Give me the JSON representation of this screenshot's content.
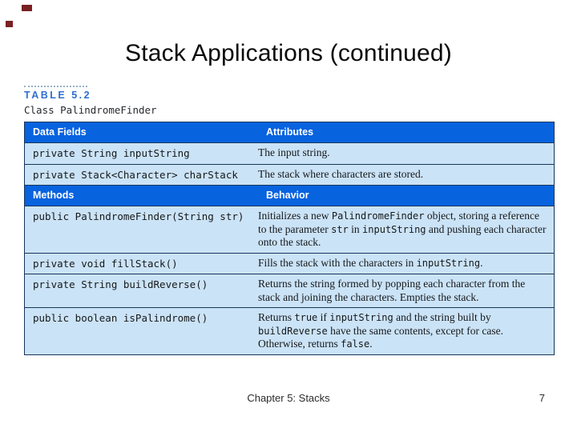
{
  "slide": {
    "title": "Stack Applications (continued)",
    "footer": {
      "chapter": "Chapter 5: Stacks",
      "page": "7"
    }
  },
  "colors": {
    "header_bg": "#0863DF",
    "row_bg": "#CBE3F6",
    "border": "#16365C",
    "label_blue": "#2E6FD0",
    "mark_red": "#7A2023"
  },
  "table": {
    "label": "TABLE 5.2",
    "caption": "Class PalindromeFinder",
    "sections": [
      {
        "header": [
          "Data Fields",
          "Attributes"
        ],
        "rows": [
          {
            "code": "private String inputString",
            "desc": [
              {
                "t": "The input string."
              }
            ]
          },
          {
            "code": "private Stack<Character> charStack",
            "desc": [
              {
                "t": "The stack where characters are stored."
              }
            ]
          }
        ]
      },
      {
        "header": [
          "Methods",
          "Behavior"
        ],
        "rows": [
          {
            "code": "public PalindromeFinder(String str)",
            "desc": [
              {
                "t": "Initializes a new "
              },
              {
                "c": "PalindromeFinder"
              },
              {
                "t": " object, storing a reference to the parameter "
              },
              {
                "c": "str"
              },
              {
                "t": " in "
              },
              {
                "c": "inputString"
              },
              {
                "t": " and pushing each character onto the stack."
              }
            ]
          },
          {
            "code": "private void fillStack()",
            "desc": [
              {
                "t": "Fills the stack with the characters in "
              },
              {
                "c": "inputString"
              },
              {
                "t": "."
              }
            ]
          },
          {
            "code": "private String buildReverse()",
            "desc": [
              {
                "t": "Returns the string formed by popping each character from the stack and joining the characters. Empties the stack."
              }
            ]
          },
          {
            "code": "public boolean isPalindrome()",
            "desc": [
              {
                "t": "Returns "
              },
              {
                "c": "true"
              },
              {
                "t": " if "
              },
              {
                "c": "inputString"
              },
              {
                "t": " and the string built by "
              },
              {
                "c": "buildReverse"
              },
              {
                "t": " have the same contents, except for case. Otherwise, returns "
              },
              {
                "c": "false"
              },
              {
                "t": "."
              }
            ]
          }
        ]
      }
    ]
  }
}
